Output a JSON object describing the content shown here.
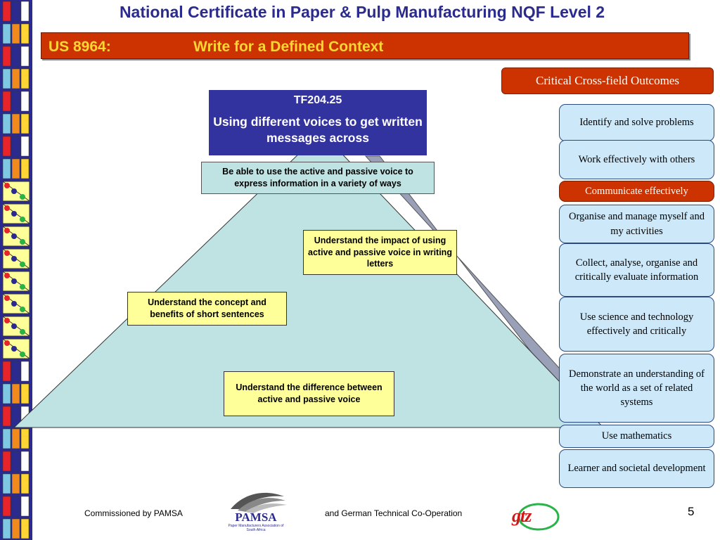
{
  "title": "National Certificate in Paper & Pulp Manufacturing NQF Level 2",
  "unit": {
    "code": "US 8964:",
    "name": "Write for a Defined Context"
  },
  "topic": {
    "code": "TF204.25",
    "title": "Using different voices to get written messages across"
  },
  "pyramid_items": [
    "Be able to use the active and passive voice to express information in a variety of ways",
    "Understand the impact of using active and passive voice in writing letters",
    "Understand the concept and benefits of short sentences",
    "Understand the difference between active and passive voice"
  ],
  "outcomes_header": "Critical Cross-field Outcomes",
  "outcomes": [
    {
      "label": "Identify and solve problems",
      "active": false
    },
    {
      "label": "Work effectively with others",
      "active": false
    },
    {
      "label": "Communicate effectively",
      "active": true
    },
    {
      "label": "Organise and manage myself and my activities",
      "active": false
    },
    {
      "label": "Collect, analyse, organise and critically evaluate information",
      "active": false
    },
    {
      "label": "Use science and technology effectively and critically",
      "active": false
    },
    {
      "label": "Demonstrate an understanding of the world as a set of related systems",
      "active": false
    },
    {
      "label": "Use mathematics",
      "active": false
    },
    {
      "label": "Learner and societal development",
      "active": false
    }
  ],
  "footer": {
    "commissioned": "Commissioned by PAMSA",
    "pamsa_logo": "PAMSA",
    "pamsa_sub": "Paper Manufacturers Association of South Africa",
    "cooperation": "and German Technical Co-Operation",
    "gtz_logo": "gtz",
    "page_number": "5"
  },
  "colors": {
    "title": "#2b2b8f",
    "accent_red": "#cc3300",
    "accent_yellow": "#ffd633",
    "outcome_fill": "#cde8f8",
    "pyramid_fill": "#bfe3e3",
    "note_yellow": "#ffff99"
  }
}
